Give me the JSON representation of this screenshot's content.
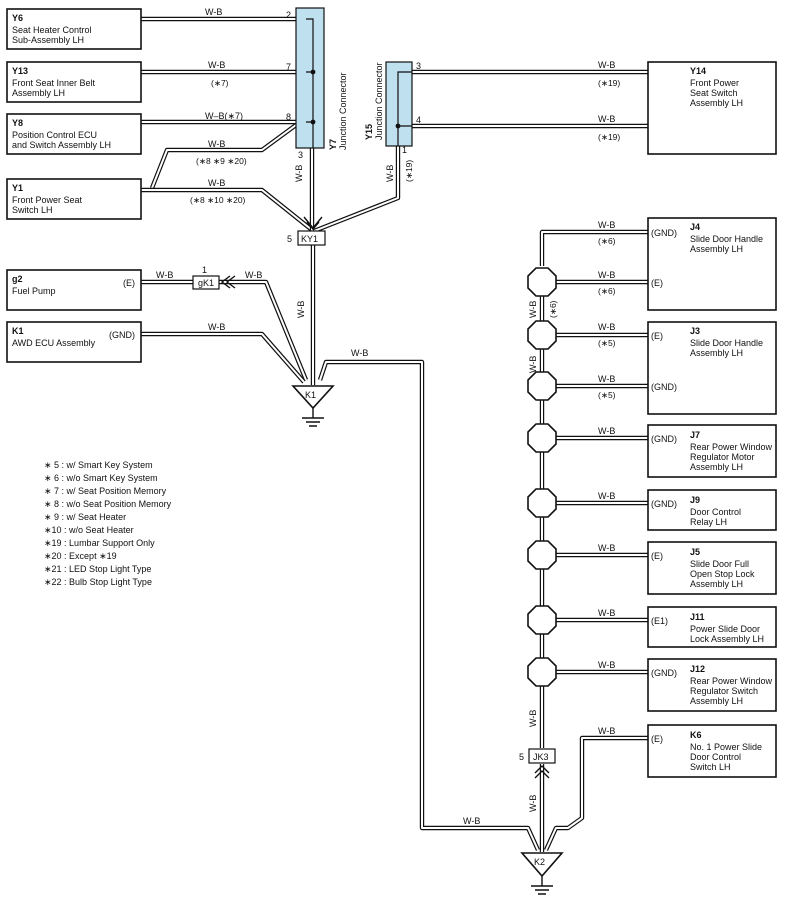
{
  "wire_color": "W-B",
  "components": [
    {
      "code": "Y6",
      "lines": [
        "Seat Heater Control",
        "Sub-Assembly LH"
      ]
    },
    {
      "code": "Y13",
      "lines": [
        "Front Seat Inner Belt",
        "Assembly LH"
      ]
    },
    {
      "code": "Y8",
      "lines": [
        "Position Control ECU",
        "and Switch Assembly LH"
      ]
    },
    {
      "code": "Y1",
      "lines": [
        "Front Power Seat",
        "Switch LH"
      ]
    },
    {
      "code": "g2",
      "lines": [
        "Fuel Pump"
      ],
      "pin": "(E)"
    },
    {
      "code": "K1",
      "lines": [
        "AWD ECU Assembly"
      ],
      "pin": "(GND)"
    },
    {
      "code": "Y14",
      "lines": [
        "Front Power",
        "Seat Switch",
        "Assembly LH"
      ]
    },
    {
      "code": "J4",
      "lines": [
        "Slide Door Handle",
        "Assembly LH"
      ],
      "pins": [
        "(GND)",
        "(E)"
      ]
    },
    {
      "code": "J3",
      "lines": [
        "Slide Door Handle",
        "Assembly LH"
      ],
      "pins": [
        "(E)",
        "(GND)"
      ]
    },
    {
      "code": "J7",
      "lines": [
        "Rear Power Window",
        "Regulator Motor",
        "Assembly LH"
      ],
      "pin": "(GND)"
    },
    {
      "code": "J9",
      "lines": [
        "Door Control",
        "Relay LH"
      ],
      "pin": "(GND)"
    },
    {
      "code": "J5",
      "lines": [
        "Slide Door Full",
        "Open Stop Lock",
        "Assembly LH"
      ],
      "pin": "(E)"
    },
    {
      "code": "J11",
      "lines": [
        "Power Slide Door",
        "Lock Assembly LH"
      ],
      "pin": "(E1)"
    },
    {
      "code": "J12",
      "lines": [
        "Rear Power Window",
        "Regulator Switch",
        "Assembly LH"
      ],
      "pin": "(GND)"
    },
    {
      "code": "K6",
      "lines": [
        "No. 1 Power Slide",
        "Door Control",
        "Switch LH"
      ],
      "pin": "(E)"
    }
  ],
  "junction_connectors": [
    {
      "code": "Y7",
      "label": "Junction Connector",
      "pins": [
        "2",
        "7",
        "8",
        "3"
      ]
    },
    {
      "code": "Y15",
      "label": "Junction Connector",
      "pins": [
        "3",
        "4",
        "1"
      ]
    }
  ],
  "small_connectors": [
    {
      "code": "KY1",
      "pin": "5"
    },
    {
      "code": "gK1",
      "pin": "1"
    },
    {
      "code": "JK3",
      "pin": "5"
    }
  ],
  "grounds": [
    "K1",
    "K2"
  ],
  "wire_notes": {
    "y13": "(∗7)",
    "y8_wire": "W–B(∗7)",
    "y8": "(∗8 ∗9 ∗20)",
    "y1": "(∗8 ∗10 ∗20)",
    "y15": "(∗19)",
    "y14_a": "(∗19)",
    "y14_b": "(∗19)",
    "j4_a": "(∗6)",
    "j4_b": "(∗6)",
    "j4_c": "(∗6)",
    "j3_a": "(∗5)",
    "j3_b": "(∗5)"
  },
  "legend": [
    "∗ 5 : w/ Smart Key System",
    "∗ 6 : w/o Smart Key System",
    "∗ 7 : w/ Seat Position Memory",
    "∗ 8 : w/o Seat Position Memory",
    "∗ 9 : w/ Seat Heater",
    "∗10 : w/o Seat Heater",
    "∗19 : Lumbar Support Only",
    "∗20 : Except ∗19",
    "∗21 : LED Stop Light Type",
    "∗22 : Bulb Stop Light Type"
  ]
}
